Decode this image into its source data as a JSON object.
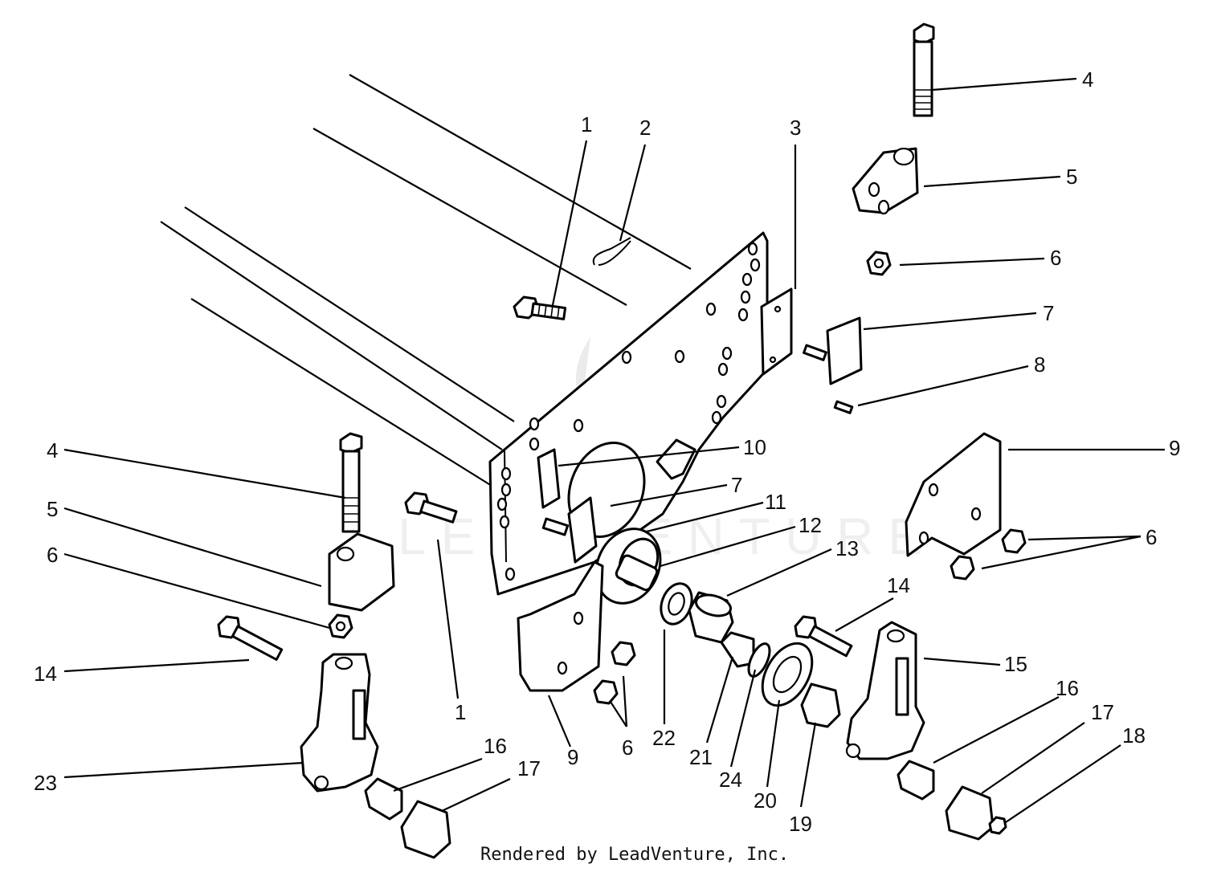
{
  "diagram": {
    "credit": "Rendered by LeadVenture, Inc.",
    "watermark": "LEADVENTURE",
    "callouts": [
      {
        "id": "c1a",
        "label": "1"
      },
      {
        "id": "c2",
        "label": "2"
      },
      {
        "id": "c3",
        "label": "3"
      },
      {
        "id": "c4a",
        "label": "4"
      },
      {
        "id": "c5a",
        "label": "5"
      },
      {
        "id": "c6a",
        "label": "6"
      },
      {
        "id": "c7a",
        "label": "7"
      },
      {
        "id": "c8",
        "label": "8"
      },
      {
        "id": "c9a",
        "label": "9"
      },
      {
        "id": "c4b",
        "label": "4"
      },
      {
        "id": "c5b",
        "label": "5"
      },
      {
        "id": "c6b",
        "label": "6"
      },
      {
        "id": "c10",
        "label": "10"
      },
      {
        "id": "c7b",
        "label": "7"
      },
      {
        "id": "c11",
        "label": "11"
      },
      {
        "id": "c12",
        "label": "12"
      },
      {
        "id": "c13",
        "label": "13"
      },
      {
        "id": "c6c",
        "label": "6"
      },
      {
        "id": "c14a",
        "label": "14"
      },
      {
        "id": "c15",
        "label": "15"
      },
      {
        "id": "c14b",
        "label": "14"
      },
      {
        "id": "c1b",
        "label": "1"
      },
      {
        "id": "c9b",
        "label": "9"
      },
      {
        "id": "c6d",
        "label": "6"
      },
      {
        "id": "c22",
        "label": "22"
      },
      {
        "id": "c21",
        "label": "21"
      },
      {
        "id": "c24",
        "label": "24"
      },
      {
        "id": "c20",
        "label": "20"
      },
      {
        "id": "c19",
        "label": "19"
      },
      {
        "id": "c16a",
        "label": "16"
      },
      {
        "id": "c17a",
        "label": "17"
      },
      {
        "id": "c18",
        "label": "18"
      },
      {
        "id": "c23",
        "label": "23"
      },
      {
        "id": "c16b",
        "label": "16"
      },
      {
        "id": "c17b",
        "label": "17"
      }
    ]
  }
}
